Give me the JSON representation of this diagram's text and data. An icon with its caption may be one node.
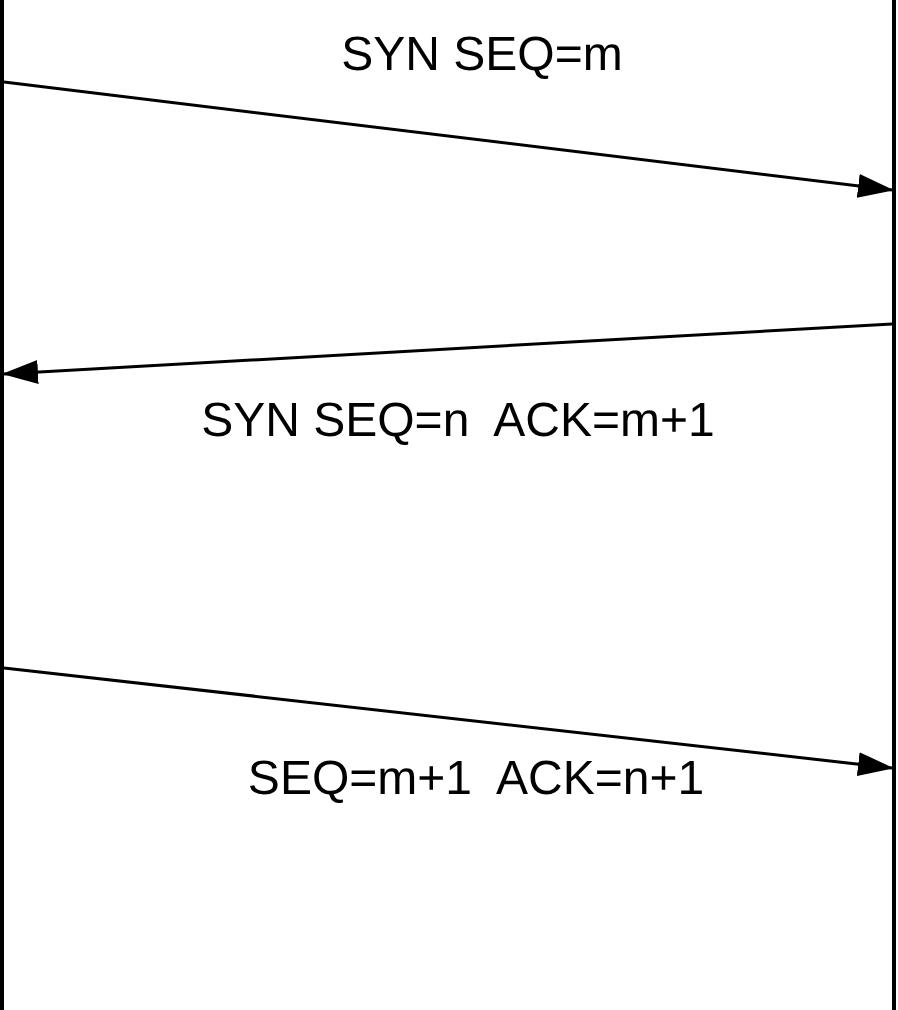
{
  "diagram": {
    "nodes": [
      {
        "text": [],
        "shape": "bar"
      },
      {
        "text": [],
        "shape": "bar"
      }
    ],
    "edges": [
      {
        "from": 0,
        "to": 1,
        "arrow": "to",
        "label": "SYN SEQ=m"
      },
      {
        "from": 1,
        "to": 0,
        "arrow": "to",
        "label": "SYN SEQ=n  ACK=m+1"
      },
      {
        "from": 0,
        "to": 1,
        "arrow": "to",
        "label": "SEQ=m+1  ACK=n+1"
      }
    ]
  }
}
